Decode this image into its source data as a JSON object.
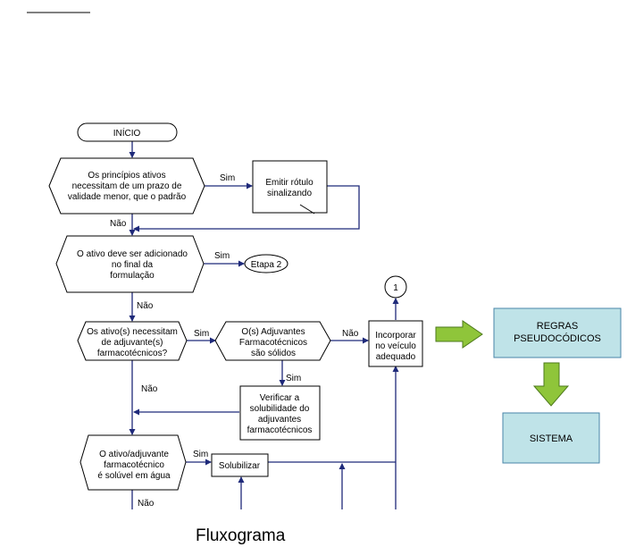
{
  "nodes": {
    "inicio": "INÍCIO",
    "q1": [
      "Os princípios ativos",
      "necessitam de um prazo de",
      "validade menor, que o padrão"
    ],
    "emitir": [
      "Emitir rótulo",
      "sinalizando"
    ],
    "q2": [
      "O ativo deve ser adicionado",
      "no final da",
      "formulação"
    ],
    "etapa2": "Etapa 2",
    "connector": "1",
    "q3": [
      "Os ativo(s) necessitam",
      "de adjuvante(s)",
      "farmacotécnicos?"
    ],
    "q4": [
      "O(s) Adjuvantes",
      "Farmacotécnicos",
      "são sólidos"
    ],
    "incorporar": [
      "Incorporar",
      "no veículo",
      "adequado"
    ],
    "verificar": [
      "Verificar a",
      "solubilidade do",
      "adjuvantes",
      "farmacotécnicos"
    ],
    "q5": [
      "O ativo/adjuvante",
      "farmacotécnico",
      "é solúvel em água"
    ],
    "solubilizar": "Solubilizar",
    "regras": [
      "REGRAS",
      "PSEUDOCÓDICOS"
    ],
    "sistema": "SISTEMA"
  },
  "edges": {
    "sim": "Sim",
    "nao": "Não"
  },
  "caption": "Fluxograma",
  "colors": {
    "line": "#1f2a7a",
    "box_fill": "#bfe3e8",
    "box_border": "#4a86a8",
    "arrow_green": "#8fc53a",
    "arrow_green_border": "#4e7a1c"
  }
}
